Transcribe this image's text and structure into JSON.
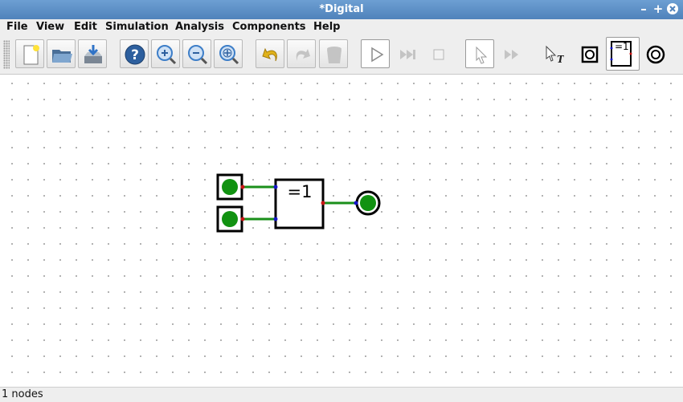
{
  "window": {
    "title": "*Digital"
  },
  "window_controls": {
    "minimize": "–",
    "maximize": "+",
    "close": "✕"
  },
  "menu": [
    "File",
    "View",
    "Edit",
    "Simulation",
    "Analysis",
    "Components",
    "Help"
  ],
  "toolbar": {
    "buttons": [
      {
        "name": "new-file-button",
        "icon": "new-document-icon"
      },
      {
        "name": "open-button",
        "icon": "open-folder-icon"
      },
      {
        "name": "save-button",
        "icon": "save-drive-icon"
      },
      {
        "name": "help-button",
        "icon": "help-icon"
      },
      {
        "name": "zoom-in-button",
        "icon": "zoom-in-icon"
      },
      {
        "name": "zoom-out-button",
        "icon": "zoom-out-icon"
      },
      {
        "name": "fit-to-window-button",
        "icon": "zoom-fit-icon"
      },
      {
        "name": "undo-button",
        "icon": "undo-icon"
      },
      {
        "name": "redo-button",
        "icon": "redo-icon"
      },
      {
        "name": "delete-button",
        "icon": "trash-icon"
      },
      {
        "name": "start-simulation-button",
        "icon": "play-icon"
      },
      {
        "name": "run-to-break-button",
        "icon": "fast-forward-icon"
      },
      {
        "name": "stop-simulation-button",
        "icon": "stop-icon"
      },
      {
        "name": "micro-step-button",
        "icon": "step-icon"
      },
      {
        "name": "fast-run-button",
        "icon": "double-arrow-icon"
      },
      {
        "name": "text-select-button",
        "icon": "text-cursor-icon"
      },
      {
        "name": "input-component-button",
        "icon": "input-icon"
      },
      {
        "name": "xor-gate-component-button",
        "icon": "xor-gate-icon",
        "label": "=1"
      },
      {
        "name": "output-component-button",
        "icon": "output-icon"
      }
    ],
    "colors": {
      "zoom": "#3d7ec8",
      "undo": "#e0b21b",
      "disabled": "#c4c4c4"
    }
  },
  "circuit": {
    "gate_label": "=1",
    "colors": {
      "wire": "#1a8f1a",
      "led_on": "#119211",
      "pin_in": "#1414c8",
      "pin_out": "#c81414",
      "outline": "#000000"
    }
  },
  "status": {
    "text": "1 nodes"
  }
}
